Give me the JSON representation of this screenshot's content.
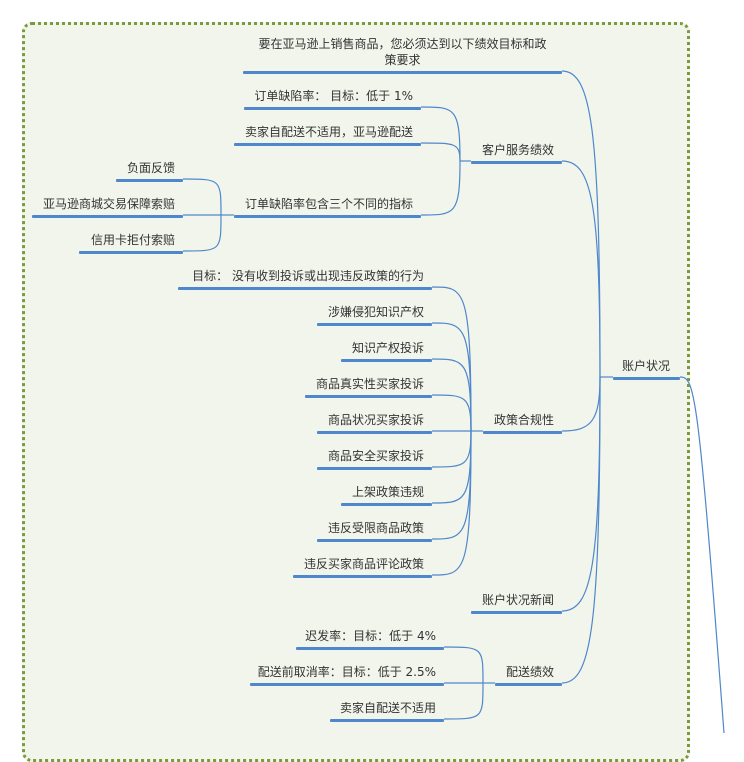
{
  "colors": {
    "frame_border": "#7a9a3c",
    "frame_fill": "#f2f5ec",
    "branch_line": "#4f87cc"
  },
  "root": {
    "label": "账户状况"
  },
  "branches": {
    "intro": {
      "label": "要在亚马逊上销售商品，您必须达到以下绩效目标和政策要求"
    },
    "customer_service": {
      "label": "客户服务绩效",
      "children": [
        {
          "label": "订单缺陷率： 目标：低于 1%"
        },
        {
          "label": "卖家自配送不适用，亚马逊配送"
        },
        {
          "label": "订单缺陷率包含三个不同的指标"
        }
      ],
      "odr_metrics": [
        {
          "label": "负面反馈"
        },
        {
          "label": "亚马逊商城交易保障索赔"
        },
        {
          "label": "信用卡拒付索赔"
        }
      ]
    },
    "policy": {
      "label": "政策合规性",
      "children": [
        {
          "label": "目标： 没有收到投诉或出现违反政策的行为"
        },
        {
          "label": "涉嫌侵犯知识产权"
        },
        {
          "label": "知识产权投诉"
        },
        {
          "label": "商品真实性买家投诉"
        },
        {
          "label": "商品状况买家投诉"
        },
        {
          "label": "商品安全买家投诉"
        },
        {
          "label": "上架政策违规"
        },
        {
          "label": "违反受限商品政策"
        },
        {
          "label": "违反买家商品评论政策"
        }
      ]
    },
    "news": {
      "label": "账户状况新闻"
    },
    "shipping": {
      "label": "配送绩效",
      "children": [
        {
          "label": "迟发率：目标：低于 4%"
        },
        {
          "label": "配送前取消率：目标：低于 2.5%"
        },
        {
          "label": "卖家自配送不适用"
        }
      ]
    }
  }
}
